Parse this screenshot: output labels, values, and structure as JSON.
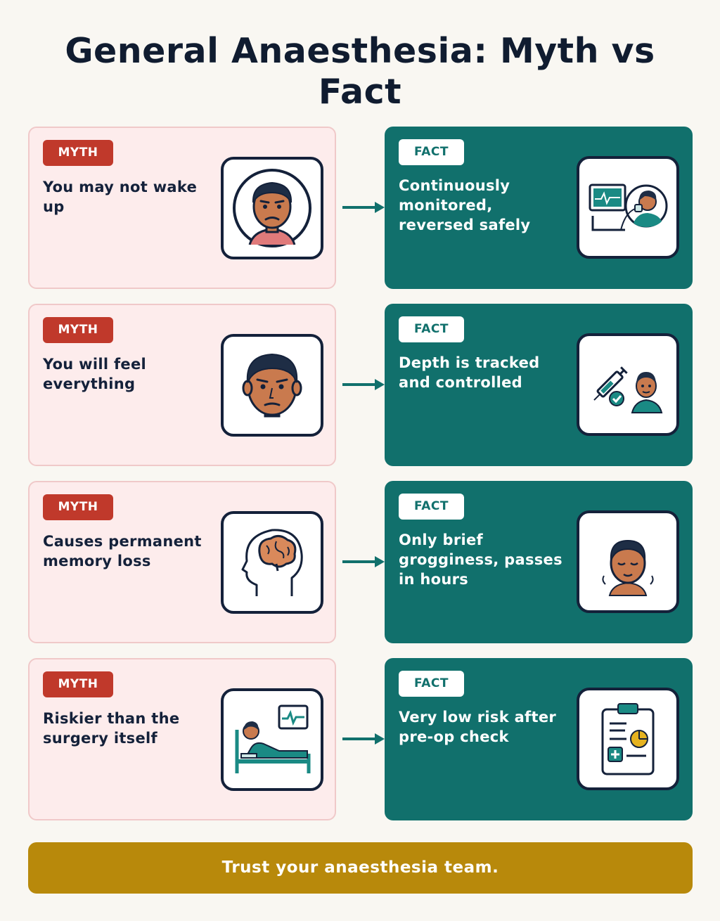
{
  "title": "General Anaesthesia: Myth vs Fact",
  "rows": [
    {
      "myth_badge": "MYTH",
      "myth": "You may not wake up",
      "fact_badge": "FACT",
      "fact": "Continuously monitored, reversed safely",
      "myth_icon": "worried-face-icon",
      "fact_icon": "monitor-patient-icon"
    },
    {
      "myth_badge": "MYTH",
      "myth": "You will feel everything",
      "fact_badge": "FACT",
      "fact": "Depth is tracked and controlled",
      "myth_icon": "anxious-face-icon",
      "fact_icon": "syringe-check-icon"
    },
    {
      "myth_badge": "MYTH",
      "myth": "Causes permanent memory loss",
      "fact_badge": "FACT",
      "fact": "Only brief grogginess, passes in hours",
      "myth_icon": "brain-head-icon",
      "fact_icon": "drowsy-face-icon"
    },
    {
      "myth_badge": "MYTH",
      "myth": "Riskier than the surgery itself",
      "fact_badge": "FACT",
      "fact": "Very low risk after pre-op check",
      "myth_icon": "hospital-bed-icon",
      "fact_icon": "clipboard-chart-icon"
    }
  ],
  "footer": "Trust your anaesthesia team.",
  "colors": {
    "background": "#f9f7f2",
    "myth_card": "#fdecec",
    "myth_badge": "#c0392b",
    "fact_card": "#11706c",
    "footer": "#b8890b",
    "ink": "#14213a"
  }
}
